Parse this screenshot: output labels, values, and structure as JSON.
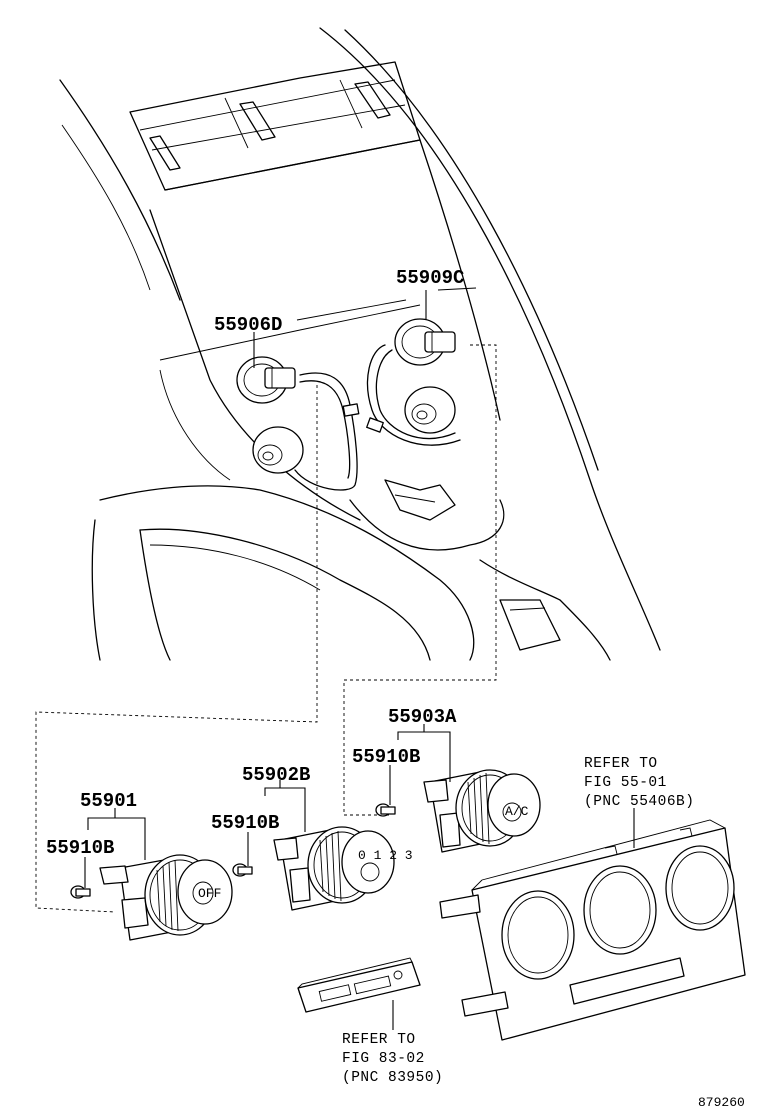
{
  "parts": {
    "p55909c": "55909C",
    "p55906d": "55906D",
    "p55903a": "55903A",
    "p55910b_a": "55910B",
    "p55902b": "55902B",
    "p55910b_b": "55910B",
    "p55901": "55901",
    "p55910b_c": "55910B"
  },
  "refs": {
    "ref1": {
      "line1": "REFER TO",
      "line2": "FIG 55-01",
      "line3": "(PNC 55406B)"
    },
    "ref2": {
      "line1": "REFER TO",
      "line2": "FIG 83-02",
      "line3": "(PNC 83950)"
    }
  },
  "diagram_code": "879260"
}
